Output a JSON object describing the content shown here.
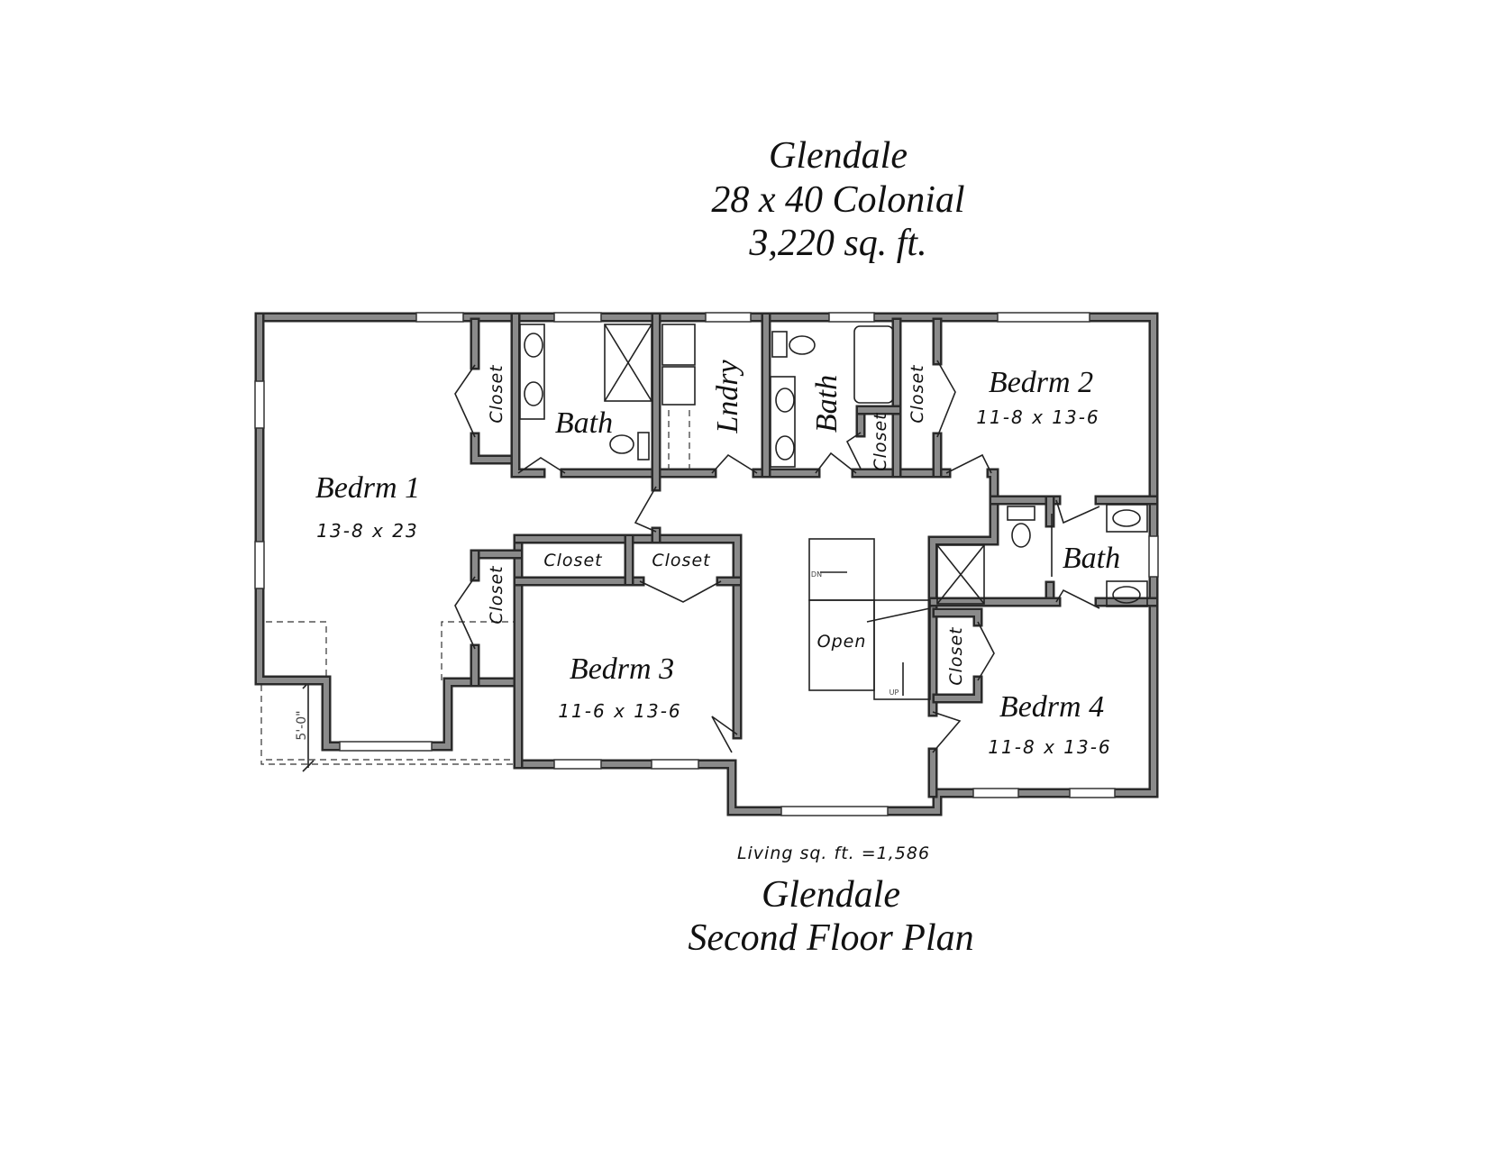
{
  "header": {
    "name": "Glendale",
    "model": "28 x 40 Colonial",
    "total_area": "3,220 sq. ft."
  },
  "rooms": {
    "bedrm1": {
      "label": "Bedrm 1",
      "dims": "13-8 x 23"
    },
    "bedrm2": {
      "label": "Bedrm 2",
      "dims": "11-8 x 13-6"
    },
    "bedrm3": {
      "label": "Bedrm 3",
      "dims": "11-6 x 13-6"
    },
    "bedrm4": {
      "label": "Bedrm 4",
      "dims": "11-8 x 13-6"
    },
    "bath1": "Bath",
    "bath2": "Bath",
    "bath3": "Bath",
    "laundry": "Lndry",
    "open": "Open",
    "closets": [
      "Closet",
      "Closet",
      "Closet",
      "Closet",
      "Closet",
      "Closet",
      "Closet"
    ]
  },
  "annotations": {
    "porch_depth": "5'-0\"",
    "stairs_down": "DN",
    "stairs_up": "UP"
  },
  "footer": {
    "living_area": "Living sq. ft. =1,586",
    "name": "Glendale",
    "plan_title": "Second Floor Plan"
  }
}
